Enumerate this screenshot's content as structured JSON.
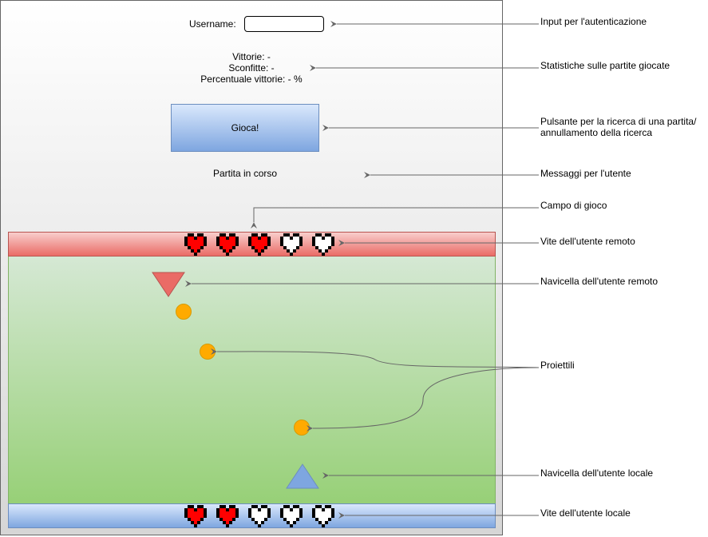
{
  "ui": {
    "username_label": "Username:",
    "username_value": "",
    "stats": {
      "wins": "Vittorie: -",
      "losses": "Sconfitte: -",
      "win_pct": "Percentuale vittorie: - %"
    },
    "play_button": "Gioca!",
    "status_message": "Partita in corso"
  },
  "game": {
    "remote_hearts": [
      "full",
      "full",
      "full",
      "empty",
      "empty"
    ],
    "local_hearts": [
      "full",
      "full",
      "empty",
      "empty",
      "empty"
    ],
    "colors": {
      "heart_full": "#ff0000",
      "heart_empty": "#ffffff",
      "remote_ship": "#ea6b66",
      "local_ship": "#7ea6e0",
      "bullet": "#ffaa00"
    }
  },
  "annotations": {
    "input": "Input per l'autenticazione",
    "stats": "Statistiche sulle partite giocate",
    "button_line1": "Pulsante per la ricerca di una partita/",
    "button_line2": "annullamento della ricerca",
    "messages": "Messaggi per l'utente",
    "field": "Campo di gioco",
    "remote_lives": "Vite dell'utente remoto",
    "remote_ship": "Navicella dell'utente remoto",
    "bullets": "Proiettili",
    "local_ship": "Navicella dell'utente locale",
    "local_lives": "Vite dell'utente locale"
  }
}
